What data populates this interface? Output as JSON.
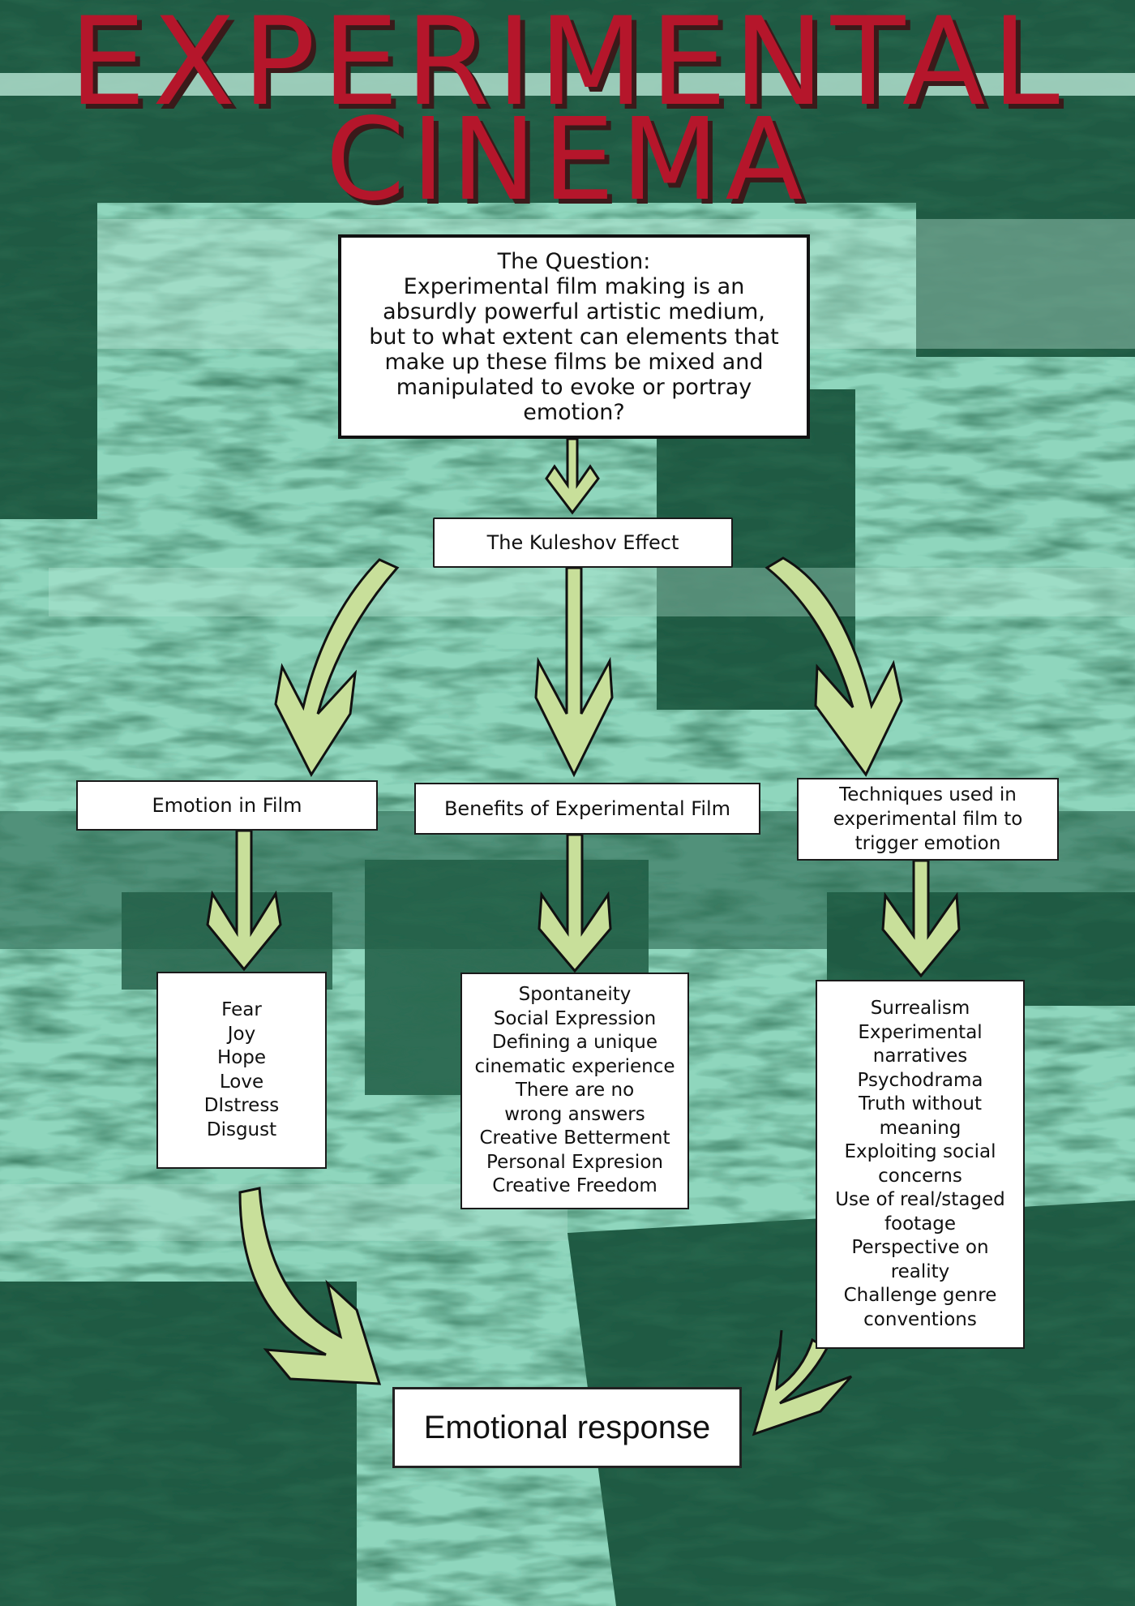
{
  "title": {
    "line1": "EXPERIMENTAL",
    "line2": "CINEMA"
  },
  "question": {
    "heading": "The Question:",
    "lines": [
      "Experimental film making is an",
      "absurdly powerful artistic medium,",
      "but to what extent can elements that",
      "make up these films be mixed and",
      "manipulated to evoke or portray",
      "emotion?"
    ]
  },
  "kuleshov": "The Kuleshov Effect",
  "branches": {
    "emotion": "Emotion in Film",
    "benefits": "Benefits of Experimental Film",
    "techniques": [
      "Techniques used in",
      "experimental film to",
      "trigger emotion"
    ]
  },
  "lists": {
    "emotions": [
      "Fear",
      "Joy",
      "Hope",
      "Love",
      "DIstress",
      "Disgust"
    ],
    "benefits": [
      "Spontaneity",
      "Social Expression",
      "Defining a unique",
      "cinematic experience",
      "There are no",
      "wrong answers",
      "Creative Betterment",
      "Personal Expresion",
      "Creative Freedom"
    ],
    "techniques": [
      "Surrealism",
      "Experimental",
      "narratives",
      "Psychodrama",
      "Truth without",
      "meaning",
      "Exploiting social",
      "concerns",
      "Use of real/staged",
      "footage",
      "Perspective on",
      "reality",
      "Challenge genre",
      "conventions"
    ]
  },
  "response": "Emotional response",
  "colors": {
    "title": "#b5162b",
    "arrow_fill": "#c8df9a",
    "background_light": "#8fd6bd",
    "background_dark": "#1f5a43"
  }
}
